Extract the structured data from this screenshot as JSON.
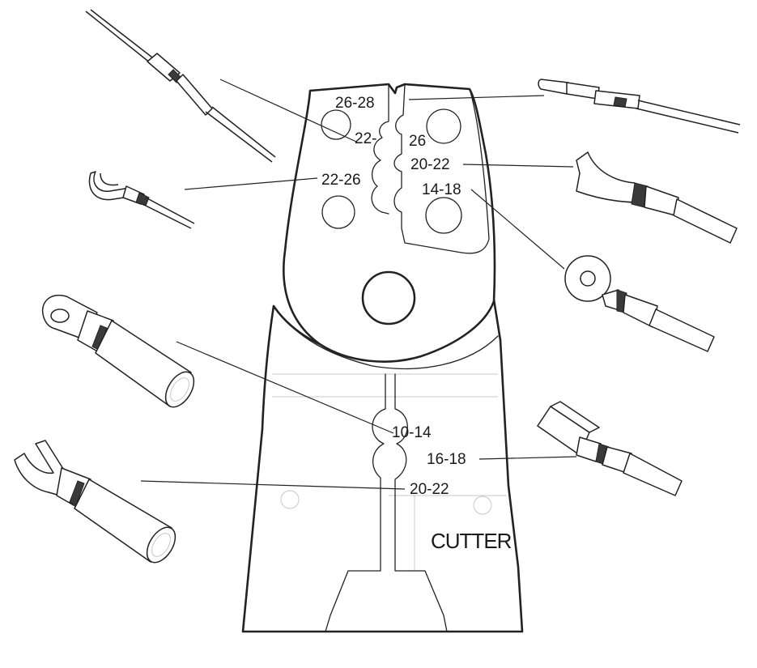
{
  "crimp_labels": {
    "die_26_28": "26-28",
    "die_22": "22-",
    "die_26": "26",
    "die_20_22_upper": "20-22",
    "die_22_26": "22-26",
    "die_14_18": "14-18",
    "die_10_14": "10-14",
    "die_16_18": "16-18",
    "die_20_22_lower": "20-22"
  },
  "handle_stamp": "CUTTER",
  "colors": {
    "line": "#222222",
    "background": "#ffffff"
  }
}
